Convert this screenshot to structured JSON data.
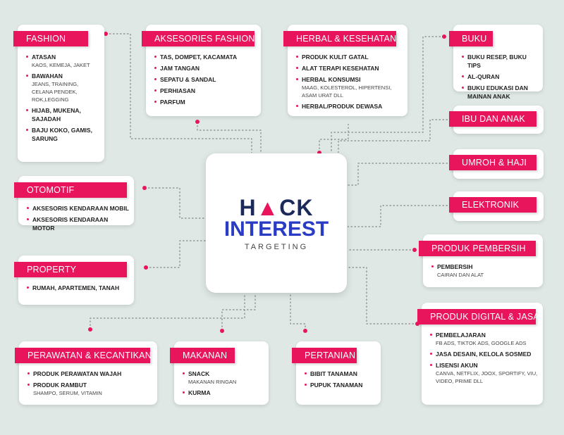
{
  "center": {
    "word1": "H",
    "accent": "▲",
    "word1_rest": "CK",
    "word2": "INTEREST",
    "subtitle": "TARGETING"
  },
  "colors": {
    "accent": "#e8155d",
    "navy": "#1c2a5a",
    "blue": "#2b3cc4",
    "background": "#dfe8e5",
    "connector": "#888888"
  },
  "categories": [
    {
      "title": "FASHION",
      "items": [
        {
          "head": "ATASAN",
          "sub": "KAOS, KEMEJA, JAKET"
        },
        {
          "head": "BAWAHAN",
          "sub": "JEANS, TRAINING, CELANA PENDEK, ROK,LEGGING"
        },
        {
          "head": "HIJAB, MUKENA, SAJADAH",
          "sub": ""
        },
        {
          "head": "BAJU KOKO, GAMIS, SARUNG",
          "sub": ""
        }
      ]
    },
    {
      "title": "AKSESORIES FASHION",
      "items": [
        {
          "head": "TAS, DOMPET, KACAMATA",
          "sub": ""
        },
        {
          "head": "JAM TANGAN",
          "sub": ""
        },
        {
          "head": "SEPATU & SANDAL",
          "sub": ""
        },
        {
          "head": "PERHIASAN",
          "sub": ""
        },
        {
          "head": "PARFUM",
          "sub": ""
        }
      ]
    },
    {
      "title": "HERBAL & KESEHATAN",
      "items": [
        {
          "head": "PRODUK KULIT GATAL",
          "sub": ""
        },
        {
          "head": "ALAT TERAPI KESEHATAN",
          "sub": ""
        },
        {
          "head": "HERBAL KONSUMSI",
          "sub": "MAAG, KOLESTEROL, HIPERTENSI, ASAM URAT DLL"
        },
        {
          "head": "HERBAL/PRODUK DEWASA",
          "sub": ""
        }
      ]
    },
    {
      "title": "BUKU",
      "items": [
        {
          "head": "BUKU RESEP, BUKU TIPS",
          "sub": ""
        },
        {
          "head": "AL-QURAN",
          "sub": ""
        },
        {
          "head": "BUKU EDUKASI DAN MAINAN ANAK",
          "sub": ""
        }
      ]
    },
    {
      "title": "IBU DAN ANAK",
      "items": []
    },
    {
      "title": "UMROH & HAJI",
      "items": []
    },
    {
      "title": "ELEKTRONIK",
      "items": []
    },
    {
      "title": "PRODUK PEMBERSIH",
      "items": [
        {
          "head": "PEMBERSIH",
          "sub": "CAIRAN DAN ALAT"
        }
      ]
    },
    {
      "title": "PRODUK DIGITAL & JASA",
      "items": [
        {
          "head": "PEMBELAJARAN",
          "sub": "FB ADS, TIKTOK ADS, GOOGLE ADS"
        },
        {
          "head": "JASA DESAIN, KELOLA SOSMED",
          "sub": ""
        },
        {
          "head": "LISENSI AKUN",
          "sub": "CANVA, NETFLIX, JOOX, SPORTIFY, VIU, VIDEO, PRIME DLL"
        }
      ]
    },
    {
      "title": "OTOMOTIF",
      "items": [
        {
          "head": "AKSESORIS KENDARAAN MOBIL",
          "sub": ""
        },
        {
          "head": "AKSESORIS KENDARAAN MOTOR",
          "sub": ""
        }
      ]
    },
    {
      "title": "PROPERTY",
      "items": [
        {
          "head": "RUMAH, APARTEMEN, TANAH",
          "sub": ""
        }
      ]
    },
    {
      "title": "PERAWATAN & KECANTIKAN",
      "items": [
        {
          "head": "PRODUK PERAWATAN WAJAH",
          "sub": ""
        },
        {
          "head": "PRODUK RAMBUT",
          "sub": "SHAMPO, SERUM, VITAMIN"
        }
      ]
    },
    {
      "title": "MAKANAN",
      "items": [
        {
          "head": "SNACK",
          "sub": "MAKANAN RINGAN"
        },
        {
          "head": "KURMA",
          "sub": ""
        }
      ]
    },
    {
      "title": "PERTANIAN",
      "items": [
        {
          "head": "BIBIT TANAMAN",
          "sub": ""
        },
        {
          "head": "PUPUK TANAMAN",
          "sub": ""
        }
      ]
    }
  ]
}
